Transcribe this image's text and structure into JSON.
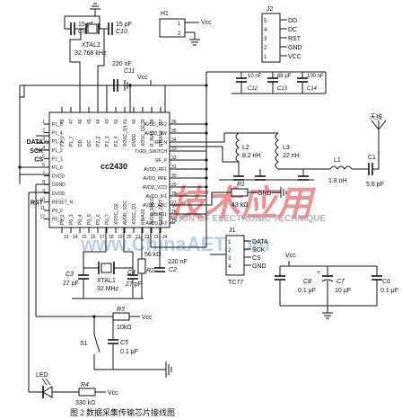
{
  "chip": {
    "name": "cc2430"
  },
  "chip_pins": {
    "top": [
      "48",
      "47",
      "46",
      "45",
      "44",
      "43",
      "42",
      "41",
      "40",
      "39",
      "38",
      "37"
    ],
    "top_names": [
      "P2_0",
      "P1_7",
      "DD",
      "DC",
      "P2_2",
      "P2_3",
      "P2_4",
      "XOSC_Q1",
      "DVDD",
      "XOSC_Q2",
      "R_BIAS",
      "RBIAS2"
    ],
    "left": [
      "1",
      "2",
      "3",
      "4",
      "5",
      "6",
      "7",
      "8",
      "9",
      "10",
      "11",
      "12"
    ],
    "left_names": [
      "P1_5",
      "P1_4",
      "P1_3",
      "P1_2",
      "P1_1",
      "P1_0",
      "DVDD",
      "DGND",
      "DVDD",
      "RESET_N",
      "P0_0",
      "P0_1"
    ],
    "left_sigs": [
      "",
      "",
      "DATA",
      "SCK",
      "CS",
      "",
      "",
      "",
      "",
      "RST",
      "",
      ""
    ],
    "right": [
      "36",
      "35",
      "34",
      "33",
      "32",
      "31",
      "30",
      "29",
      "28",
      "27",
      "26",
      "25"
    ],
    "right_names": [
      "AVDD_RF2",
      "AVDD_SW",
      "RF_N",
      "TXRX_SWITCH",
      "RF_P",
      "AVDD_RF1",
      "AVDD_PRE",
      "AVDD_VCO",
      "AVDD_IF1",
      "AVDD_ADC",
      "RBIAS1",
      "AVDD_IF2"
    ],
    "bottom": [
      "13",
      "14",
      "15",
      "16",
      "17",
      "18",
      "19",
      "20",
      "21",
      "22",
      "23",
      "24"
    ],
    "bottom_names": [
      "P0_2",
      "P0_3",
      "P0_4",
      "P0_5",
      "P0_6",
      "P0_7",
      "XOSC_Q2",
      "AVDD_SOC",
      "XOSC_Q1",
      "RBIAS1",
      "AVDD_RREG",
      "RREG_OUT"
    ]
  },
  "components": {
    "c9": {
      "ref": "C9",
      "value": "15 pF"
    },
    "c10": {
      "ref": "C10",
      "value": "15 pF"
    },
    "xtal2": {
      "ref": "XTAL2",
      "value": "32.768 kHz"
    },
    "c11": {
      "ref": "C11",
      "value": "220 nF"
    },
    "c12": {
      "ref": "C12",
      "value": "10 nF"
    },
    "c13": {
      "ref": "C13",
      "value": "68 pF"
    },
    "c14": {
      "ref": "C14",
      "value": "100 nF"
    },
    "l2": {
      "ref": "L2",
      "value": "8.2 nH"
    },
    "l3": {
      "ref": "L3",
      "value": "22 nH"
    },
    "l1": {
      "ref": "L1",
      "value": "1.8 nH"
    },
    "c1": {
      "ref": "C1",
      "value": "5.6 pF"
    },
    "r1": {
      "ref": "R1",
      "value": "43 kΩ"
    },
    "c3": {
      "ref": "C3",
      "value": "27 pF"
    },
    "xtal1": {
      "ref": "XTAL1",
      "value": "32 MHz"
    },
    "c4": {
      "ref": "C4",
      "value": "27 pF"
    },
    "r2": {
      "ref": "R2",
      "value": "56 kΩ"
    },
    "c2": {
      "ref": "C2",
      "value": "220 nF"
    },
    "r3": {
      "ref": "R3",
      "value": "10kΩ"
    },
    "c5": {
      "ref": "C5",
      "value": "0.1 μF"
    },
    "s1": {
      "ref": "S1"
    },
    "led": {
      "ref": "LED"
    },
    "r4": {
      "ref": "R4",
      "value": "330 kΩ"
    },
    "c8": {
      "ref": "C8",
      "value": "0.1 μF"
    },
    "c7": {
      "ref": "C7",
      "value": "10 μF"
    },
    "c6": {
      "ref": "C6",
      "value": "0.1 μF"
    }
  },
  "labels": {
    "vcc": "Vcc",
    "gnd": "GND",
    "antenna": "天线",
    "sig_data": "DATA",
    "sig_sck": "SCK",
    "sig_cs": "CS",
    "sig_rst": "RST"
  },
  "h1": {
    "ref": "H1",
    "pins": [
      "1",
      "2"
    ]
  },
  "j2": {
    "ref": "J2",
    "pins": [
      "5",
      "4",
      "3",
      "2",
      "1"
    ],
    "signals": [
      "DD",
      "DC",
      "RST",
      "GND",
      "VCC"
    ]
  },
  "j1": {
    "ref": "J1",
    "part": "TC77",
    "pins": [
      "1",
      "2",
      "3",
      "4"
    ],
    "signals": [
      "DATA",
      "SCK",
      "CS",
      "GND"
    ]
  },
  "watermark": {
    "brand": "电子技术应用",
    "english": "APPLICATION OF ELECTRONIC TECHNIQUE",
    "site": "www.ChinaAET.com"
  },
  "caption": "图 2   数据采集传输芯片接线图"
}
